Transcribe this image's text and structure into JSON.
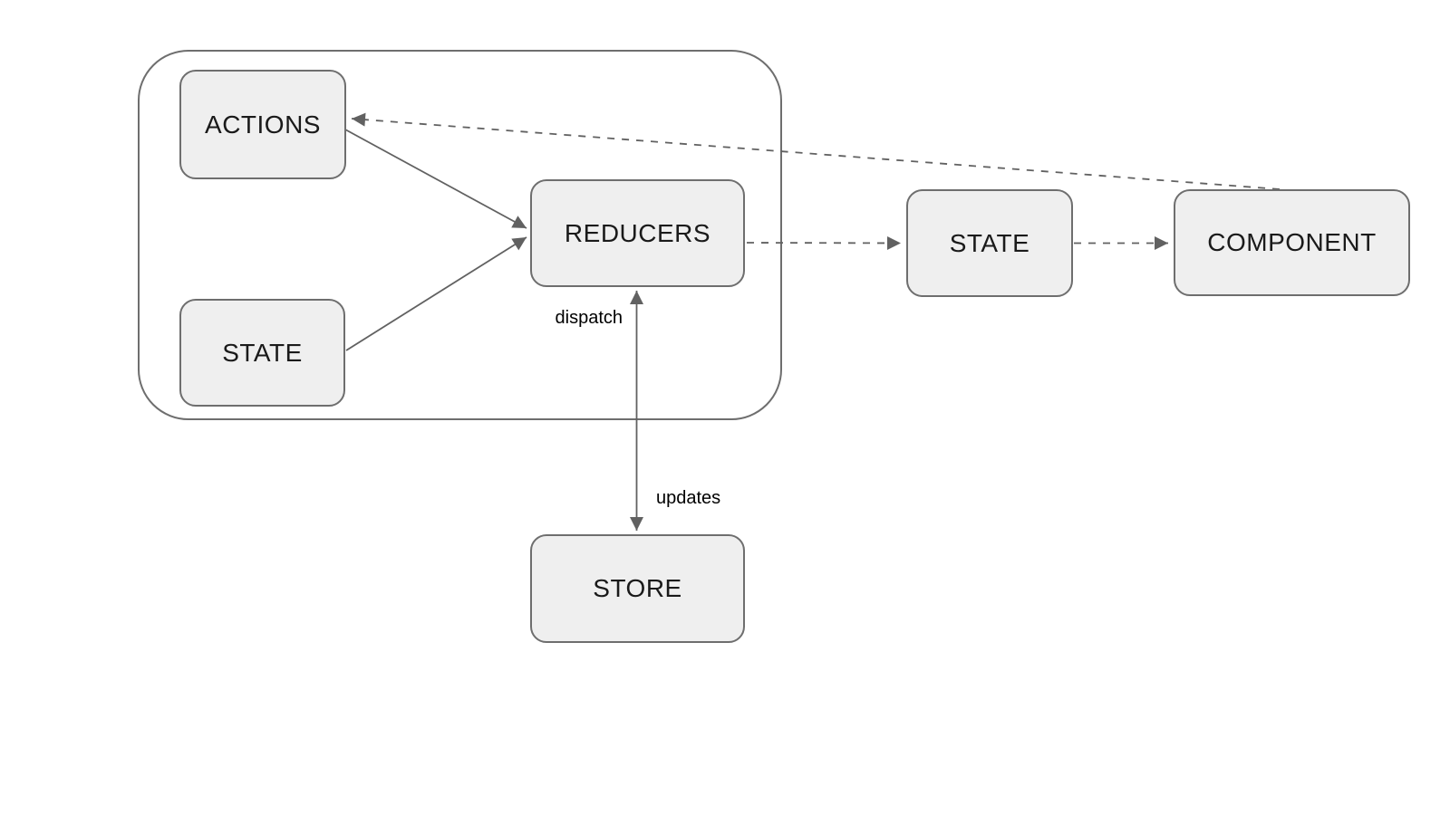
{
  "diagram": {
    "title": "",
    "nodes": {
      "actions": {
        "label": "ACTIONS"
      },
      "state_inner": {
        "label": "STATE"
      },
      "reducers": {
        "label": "REDUCERS"
      },
      "store": {
        "label": "STORE"
      },
      "state_outer": {
        "label": "STATE"
      },
      "component": {
        "label": "COMPONENT"
      }
    },
    "edge_labels": {
      "dispatch": "dispatch",
      "updates": "updates"
    },
    "edges": [
      {
        "from": "ACTIONS",
        "to": "REDUCERS",
        "style": "solid",
        "arrow": "end"
      },
      {
        "from": "STATE (inner)",
        "to": "REDUCERS",
        "style": "solid",
        "arrow": "end"
      },
      {
        "from": "REDUCERS",
        "to": "STORE",
        "style": "solid",
        "arrow": "both",
        "labels": [
          "dispatch",
          "updates"
        ]
      },
      {
        "from": "REDUCERS",
        "to": "STATE (outer)",
        "style": "dashed",
        "arrow": "end"
      },
      {
        "from": "STATE (outer)",
        "to": "COMPONENT",
        "style": "dashed",
        "arrow": "end"
      },
      {
        "from": "COMPONENT",
        "to": "ACTIONS",
        "style": "dashed",
        "arrow": "end"
      }
    ],
    "colors": {
      "node_fill": "#efefef",
      "node_stroke": "#6e6e6e",
      "edge_stroke": "#616161",
      "node_text": "#1a1a1a",
      "label_color": "#000000",
      "background": "#ffffff"
    }
  }
}
